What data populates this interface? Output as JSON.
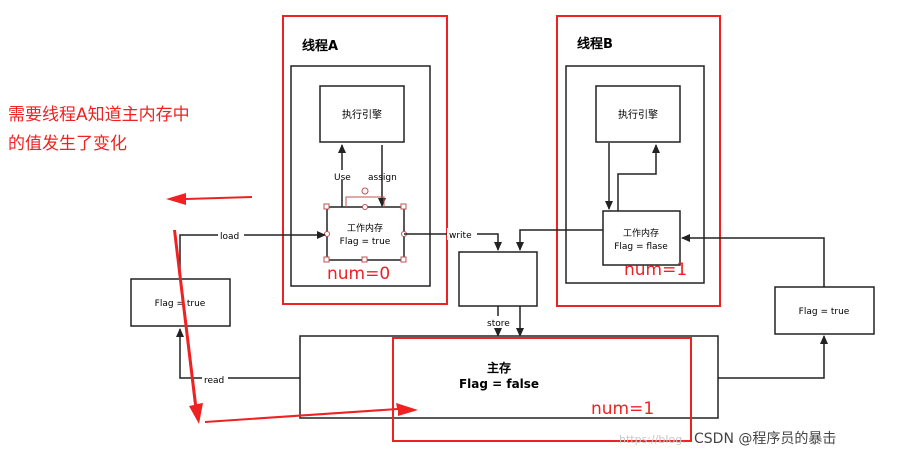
{
  "thread_a": {
    "title": "线程A",
    "engine_label": "执行引擎",
    "work_memory_label": "工作内存",
    "work_memory_flag": "Flag = true",
    "num_note": "num=0",
    "use_label": "Use",
    "assign_label": "assign"
  },
  "thread_b": {
    "title": "线程B",
    "engine_label": "执行引擎",
    "work_memory_label": "工作内存",
    "work_memory_flag": "Flag = flase",
    "num_note": "num=1"
  },
  "main_memory": {
    "title": "主存",
    "flag": "Flag = false",
    "num_note": "num=1"
  },
  "left_box": {
    "flag": "Flag = true"
  },
  "right_box": {
    "flag": "Flag = true"
  },
  "arrow_labels": {
    "load": "load",
    "write": "write",
    "store": "store",
    "read": "read"
  },
  "annotation": {
    "line1": "需要线程A知道主内存中",
    "line2": "的值发生了变化"
  },
  "watermark": {
    "prefix": "https://blog.",
    "main": "CSDN @程序员的暴击"
  },
  "colors": {
    "red": "#ee2222",
    "line": "#222222"
  }
}
